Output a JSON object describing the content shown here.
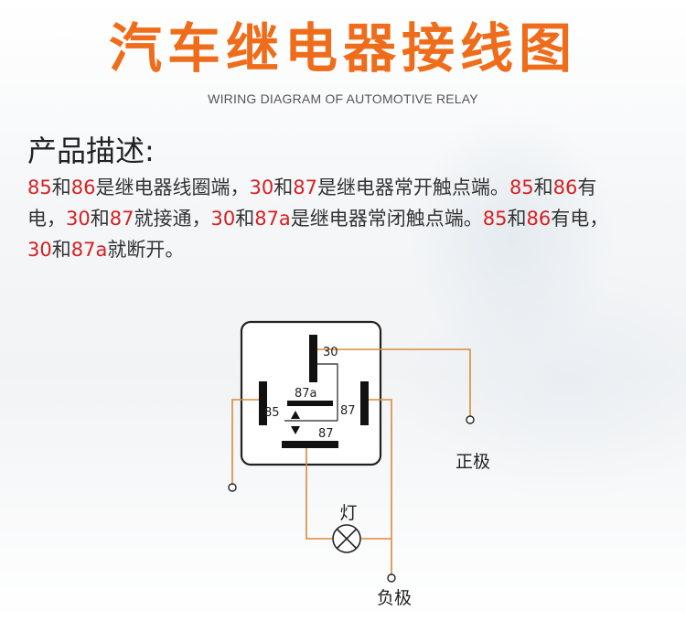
{
  "title": "汽车继电器接线图",
  "subtitle": "WIRING DIAGRAM OF AUTOMOTIVE RELAY",
  "description": {
    "heading": "产品描述:",
    "lines": [
      [
        {
          "t": "85",
          "r": true
        },
        {
          "t": "和",
          "r": false
        },
        {
          "t": "86",
          "r": true
        },
        {
          "t": "是继电器线圈端，",
          "r": false
        },
        {
          "t": "30",
          "r": true
        },
        {
          "t": "和",
          "r": false
        },
        {
          "t": "87",
          "r": true
        },
        {
          "t": "是继电器常开触点端。",
          "r": false
        },
        {
          "t": "85",
          "r": true
        },
        {
          "t": "和",
          "r": false
        },
        {
          "t": "86",
          "r": true
        },
        {
          "t": "有",
          "r": false
        }
      ],
      [
        {
          "t": "电，",
          "r": false
        },
        {
          "t": "30",
          "r": true
        },
        {
          "t": "和",
          "r": false
        },
        {
          "t": "87",
          "r": true
        },
        {
          "t": "就接通，",
          "r": false
        },
        {
          "t": "30",
          "r": true
        },
        {
          "t": "和",
          "r": false
        },
        {
          "t": "87a",
          "r": true
        },
        {
          "t": "是继电器常闭触点端。",
          "r": false
        },
        {
          "t": "85",
          "r": true
        },
        {
          "t": "和",
          "r": false
        },
        {
          "t": "86",
          "r": true
        },
        {
          "t": "有电，",
          "r": false
        }
      ],
      [
        {
          "t": "30",
          "r": true
        },
        {
          "t": "和",
          "r": false
        },
        {
          "t": "87a",
          "r": true
        },
        {
          "t": "就断开。",
          "r": false
        }
      ]
    ]
  },
  "diagram": {
    "pins": {
      "p30": "30",
      "p87a": "87a",
      "p85": "85",
      "p87_right": "87",
      "p87_bottom": "87"
    },
    "lamp_label": "灯",
    "positive_label": "正极",
    "negative_label": "负极"
  },
  "colors": {
    "title": "#ef6c1a",
    "highlight": "#d62020",
    "wire": "#d98a3a",
    "terminal": "#111111"
  }
}
